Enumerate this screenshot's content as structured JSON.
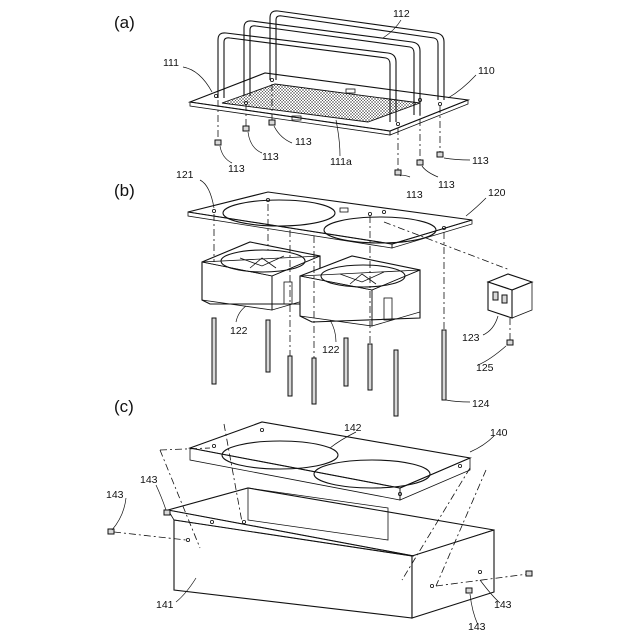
{
  "sections": {
    "a": "(a)",
    "b": "(b)",
    "c": "(c)"
  },
  "labels": {
    "l110": "110",
    "l111": "111",
    "l111a": "111a",
    "l112": "112",
    "l113": "113",
    "l120": "120",
    "l121": "121",
    "l122": "122",
    "l123": "123",
    "l124": "124",
    "l125": "125",
    "l140": "140",
    "l141": "141",
    "l142": "142",
    "l143": "143"
  }
}
